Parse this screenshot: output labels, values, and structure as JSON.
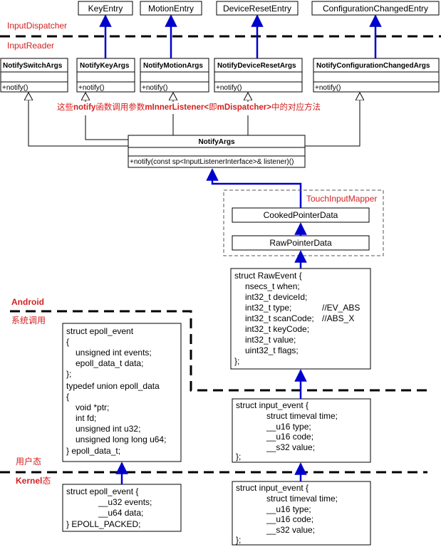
{
  "colors": {
    "line": "#000000",
    "arrow": "#0000cc",
    "label_red": "#d42020"
  },
  "layers": {
    "input_dispatcher": "InputDispatcher",
    "input_reader": "InputReader",
    "android_title": "Android",
    "android_subtitle": "系统调用",
    "user_mode": "用户态",
    "kernel_bold": "Kernel",
    "kernel_suffix": "态"
  },
  "dispatcher_entries": [
    "KeyEntry",
    "MotionEntry",
    "DeviceResetEntry",
    "ConfigurationChangedEntry"
  ],
  "notify_classes": [
    {
      "name": "NotifySwitchArgs",
      "method": "+notify()"
    },
    {
      "name": "NotifyKeyArgs",
      "method": "+notify()"
    },
    {
      "name": "NotifyMotionArgs",
      "method": "+notify()"
    },
    {
      "name": "NotifyDeviceResetArgs",
      "method": "+notify()"
    },
    {
      "name": "NotifyConfigurationChangedArgs",
      "method": "+notify()"
    }
  ],
  "notify_note": {
    "p1": "这些",
    "b1": "notify",
    "p2": "函数调用参数",
    "b2": "mInnerListener<",
    "p3": "即",
    "b3": "mDispatcher>",
    "p4": "中的对应方法"
  },
  "notify_args": {
    "name": "NotifyArgs",
    "method": "+notify(const sp<InputListenerInterface>& listener)()"
  },
  "touch_mapper": {
    "title": "TouchInputMapper",
    "cooked": "CookedPointerData",
    "raw": "RawPointerData"
  },
  "raw_event": [
    "struct RawEvent {",
    "nsecs_t when;",
    "int32_t deviceId;",
    "int32_t type;",
    "int32_t scanCode;",
    "int32_t keyCode;",
    "int32_t value;",
    "uint32_t flags;",
    "};"
  ],
  "raw_event_comments": [
    "//EV_ABS",
    "//ABS_X"
  ],
  "epoll_user": [
    "struct epoll_event",
    "{",
    "unsigned int events;",
    "epoll_data_t data;",
    "};",
    "typedef union epoll_data",
    "{",
    "void *ptr;",
    "int fd;",
    "unsigned int u32;",
    "unsigned long long u64;",
    "} epoll_data_t;"
  ],
  "input_event_user": [
    "struct input_event {",
    "struct timeval time;",
    "__u16 type;",
    "__u16 code;",
    "__s32 value;",
    "};"
  ],
  "epoll_kernel": [
    "struct epoll_event {",
    "__u32 events;",
    "__u64 data;",
    "} EPOLL_PACKED;"
  ],
  "input_event_kernel": [
    "struct input_event {",
    "struct timeval time;",
    "__u16 type;",
    "__u16 code;",
    "__s32 value;",
    "};"
  ]
}
